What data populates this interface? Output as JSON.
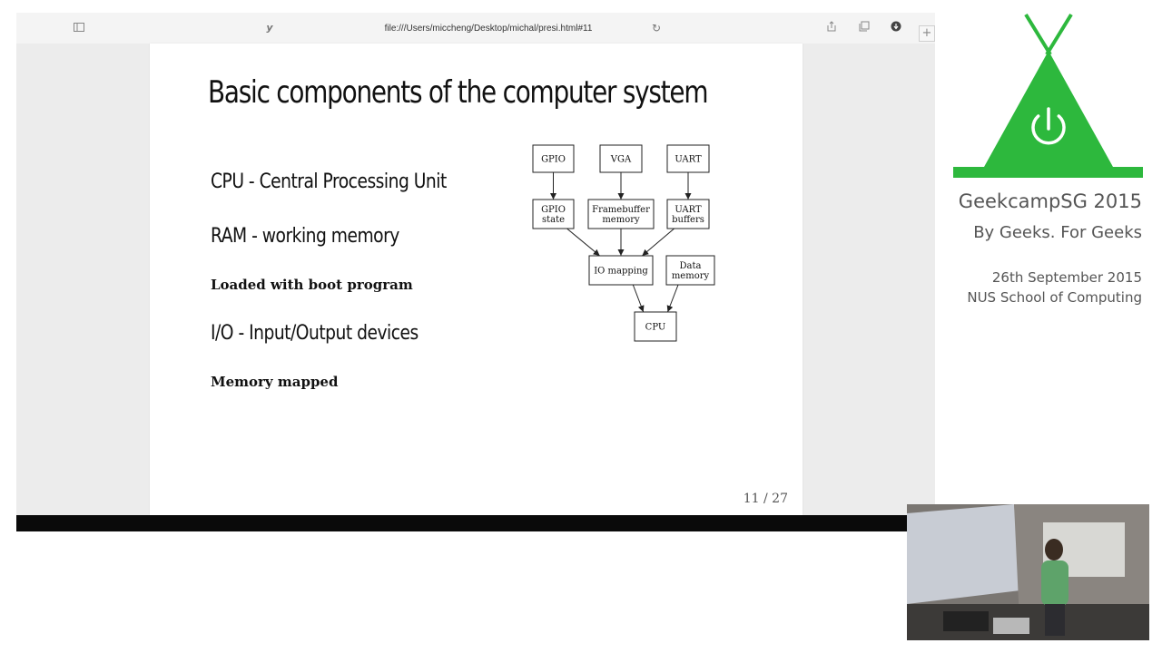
{
  "browser": {
    "url": "file:///Users/miccheng/Desktop/michal/presi.html#11",
    "icons": [
      "sidebar-icon",
      "reader-icon",
      "reload-icon",
      "share-icon",
      "tabs-icon",
      "download-icon",
      "new-tab-icon"
    ]
  },
  "slide": {
    "title": "Basic components of the computer system",
    "bullets": [
      {
        "text": "CPU - Central Processing Unit",
        "size": "large"
      },
      {
        "text": "RAM - working memory",
        "size": "large"
      },
      {
        "text": "Loaded with boot program",
        "size": "small"
      },
      {
        "text": "I/O - Input/Output devices",
        "size": "large"
      },
      {
        "text": "Memory mapped",
        "size": "small"
      }
    ],
    "page_indicator": "11 / 27",
    "diagram": {
      "nodes": {
        "gpio": [
          "GPIO"
        ],
        "vga": [
          "VGA"
        ],
        "uart": [
          "UART"
        ],
        "gpio_state": [
          "GPIO",
          "state"
        ],
        "framebuffer": [
          "Framebuffer",
          "memory"
        ],
        "uart_buffers": [
          "UART",
          "buffers"
        ],
        "io_mapping": [
          "IO mapping"
        ],
        "data_memory": [
          "Data",
          "memory"
        ],
        "cpu": [
          "CPU"
        ]
      },
      "edges": [
        [
          "gpio",
          "gpio_state"
        ],
        [
          "vga",
          "framebuffer"
        ],
        [
          "uart",
          "uart_buffers"
        ],
        [
          "gpio_state",
          "io_mapping"
        ],
        [
          "framebuffer",
          "io_mapping"
        ],
        [
          "uart_buffers",
          "io_mapping"
        ],
        [
          "io_mapping",
          "cpu"
        ],
        [
          "data_memory",
          "cpu"
        ]
      ]
    }
  },
  "conference": {
    "logo_color": "#2db83d",
    "title": "GeekcampSG 2015",
    "tagline": "By Geeks. For Geeks",
    "date": "26th September 2015",
    "venue": "NUS School of Computing"
  }
}
